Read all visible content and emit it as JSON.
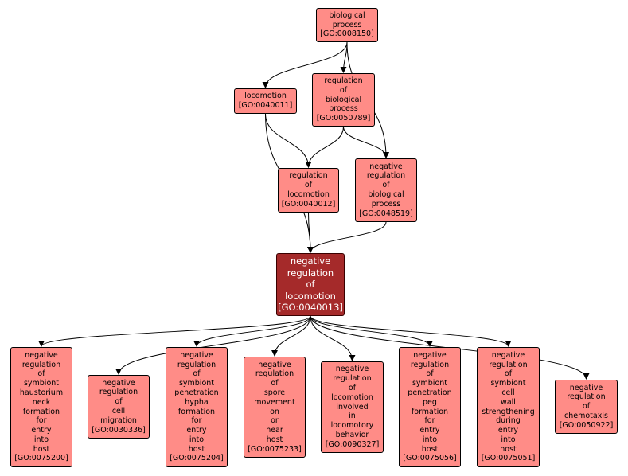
{
  "colors": {
    "node_fill": "#ff8c87",
    "focus_fill": "#a52a2a",
    "edge": "#000000"
  },
  "nodes": {
    "biological_process": {
      "label": "biological\nprocess\n[GO:0008150]"
    },
    "locomotion": {
      "label": "locomotion\n[GO:0040011]"
    },
    "regulation_of_biological_process": {
      "label": "regulation\nof\nbiological\nprocess\n[GO:0050789]"
    },
    "regulation_of_locomotion": {
      "label": "regulation\nof\nlocomotion\n[GO:0040012]"
    },
    "negative_regulation_of_biological_process": {
      "label": "negative\nregulation\nof\nbiological\nprocess\n[GO:0048519]"
    },
    "negative_regulation_of_locomotion": {
      "label": "negative\nregulation\nof\nlocomotion\n[GO:0040013]"
    },
    "haustorium": {
      "label": "negative\nregulation\nof\nsymbiont\nhaustorium\nneck\nformation\nfor\nentry\ninto\nhost\n[GO:0075200]"
    },
    "cell_migration": {
      "label": "negative\nregulation\nof\ncell\nmigration\n[GO:0030336]"
    },
    "hypha": {
      "label": "negative\nregulation\nof\nsymbiont\npenetration\nhypha\nformation\nfor\nentry\ninto\nhost\n[GO:0075204]"
    },
    "spore": {
      "label": "negative\nregulation\nof\nspore\nmovement\non\nor\nnear\nhost\n[GO:0075233]"
    },
    "locomotory": {
      "label": "negative\nregulation\nof\nlocomotion\ninvolved\nin\nlocomotory\nbehavior\n[GO:0090327]"
    },
    "peg": {
      "label": "negative\nregulation\nof\nsymbiont\npenetration\npeg\nformation\nfor\nentry\ninto\nhost\n[GO:0075056]"
    },
    "cell_wall": {
      "label": "negative\nregulation\nof\nsymbiont\ncell\nwall\nstrengthening\nduring\nentry\ninto\nhost\n[GO:0075051]"
    },
    "chemotaxis": {
      "label": "negative\nregulation\nof\nchemotaxis\n[GO:0050922]"
    }
  },
  "edges": [
    [
      "biological_process",
      "locomotion"
    ],
    [
      "biological_process",
      "regulation_of_biological_process"
    ],
    [
      "biological_process",
      "negative_regulation_of_biological_process"
    ],
    [
      "locomotion",
      "regulation_of_locomotion"
    ],
    [
      "locomotion",
      "negative_regulation_of_locomotion"
    ],
    [
      "regulation_of_biological_process",
      "regulation_of_locomotion"
    ],
    [
      "regulation_of_biological_process",
      "negative_regulation_of_biological_process"
    ],
    [
      "regulation_of_locomotion",
      "negative_regulation_of_locomotion"
    ],
    [
      "negative_regulation_of_biological_process",
      "negative_regulation_of_locomotion"
    ],
    [
      "negative_regulation_of_locomotion",
      "haustorium"
    ],
    [
      "negative_regulation_of_locomotion",
      "cell_migration"
    ],
    [
      "negative_regulation_of_locomotion",
      "hypha"
    ],
    [
      "negative_regulation_of_locomotion",
      "spore"
    ],
    [
      "negative_regulation_of_locomotion",
      "locomotory"
    ],
    [
      "negative_regulation_of_locomotion",
      "peg"
    ],
    [
      "negative_regulation_of_locomotion",
      "cell_wall"
    ],
    [
      "negative_regulation_of_locomotion",
      "chemotaxis"
    ]
  ]
}
